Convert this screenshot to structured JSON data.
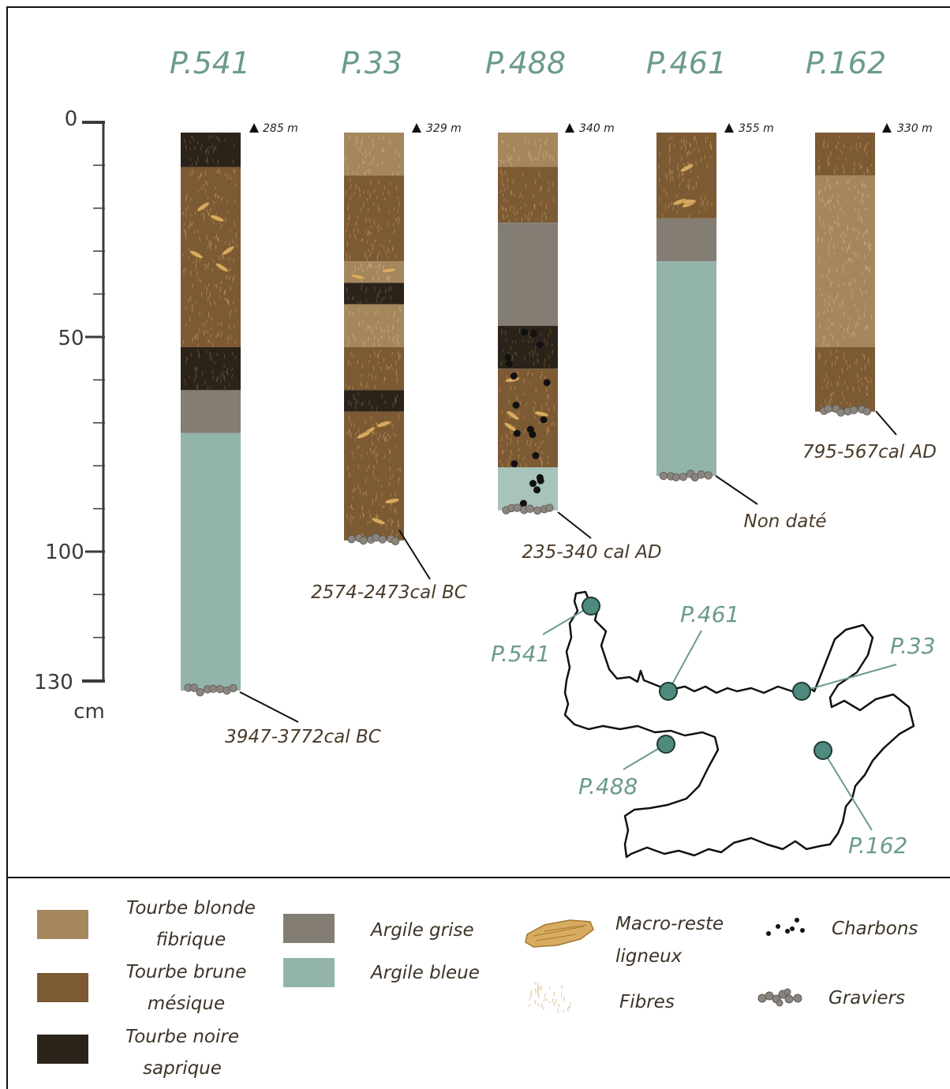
{
  "scale": {
    "ticks": [
      {
        "value": 0,
        "label": "0"
      },
      {
        "value": 50,
        "label": "50"
      },
      {
        "value": 100,
        "label": "100"
      },
      {
        "value": 130,
        "label": "130"
      }
    ],
    "unit": "cm",
    "max": 130
  },
  "colors": {
    "blonde": "#a5875e",
    "brune": "#7b5a34",
    "noire": "#2b231a",
    "grise": "#847d74",
    "bleue": "#93b4ab",
    "bleue_pale": "#a8c2bc",
    "wood": "#d8ab62",
    "charcoal": "#111111",
    "gravel": "#8a857e",
    "accent": "#6b9a8f"
  },
  "cores": [
    {
      "name": "P.541",
      "elevation": "285 m",
      "bottom_depth": 130,
      "date": "3947-3772cal BC",
      "layers": [
        {
          "from": 0,
          "to": 8,
          "type": "noire"
        },
        {
          "from": 8,
          "to": 50,
          "type": "brune",
          "wood": true
        },
        {
          "from": 50,
          "to": 60,
          "type": "noire"
        },
        {
          "from": 60,
          "to": 70,
          "type": "grise"
        },
        {
          "from": 70,
          "to": 130,
          "type": "bleue"
        }
      ]
    },
    {
      "name": "P.33",
      "elevation": "329 m",
      "bottom_depth": 95,
      "date": "2574-2473cal BC",
      "layers": [
        {
          "from": 0,
          "to": 10,
          "type": "blonde"
        },
        {
          "from": 10,
          "to": 30,
          "type": "brune"
        },
        {
          "from": 30,
          "to": 35,
          "type": "blonde",
          "wood": true
        },
        {
          "from": 35,
          "to": 40,
          "type": "noire"
        },
        {
          "from": 40,
          "to": 50,
          "type": "blonde"
        },
        {
          "from": 50,
          "to": 60,
          "type": "brune"
        },
        {
          "from": 60,
          "to": 65,
          "type": "noire"
        },
        {
          "from": 65,
          "to": 95,
          "type": "brune",
          "wood": true
        }
      ]
    },
    {
      "name": "P.488",
      "elevation": "340 m",
      "bottom_depth": 88,
      "date": "235-340 cal AD",
      "layers": [
        {
          "from": 0,
          "to": 8,
          "type": "blonde"
        },
        {
          "from": 8,
          "to": 21,
          "type": "brune"
        },
        {
          "from": 21,
          "to": 45,
          "type": "grise"
        },
        {
          "from": 45,
          "to": 55,
          "type": "noire",
          "charcoal": true
        },
        {
          "from": 55,
          "to": 78,
          "type": "brune",
          "charcoal": true,
          "wood": true
        },
        {
          "from": 78,
          "to": 88,
          "type": "bleue_pale",
          "charcoal": true
        }
      ]
    },
    {
      "name": "P.461",
      "elevation": "355 m",
      "bottom_depth": 80,
      "date": "Non daté",
      "layers": [
        {
          "from": 0,
          "to": 20,
          "type": "brune",
          "wood": true
        },
        {
          "from": 20,
          "to": 30,
          "type": "grise"
        },
        {
          "from": 30,
          "to": 80,
          "type": "bleue"
        }
      ]
    },
    {
      "name": "P.162",
      "elevation": "330 m",
      "bottom_depth": 65,
      "date": "795-567cal AD",
      "layers": [
        {
          "from": 0,
          "to": 10,
          "type": "brune"
        },
        {
          "from": 10,
          "to": 50,
          "type": "blonde"
        },
        {
          "from": 50,
          "to": 65,
          "type": "brune"
        }
      ]
    }
  ],
  "map_labels": [
    "P.541",
    "P.461",
    "P.33",
    "P.488",
    "P.162"
  ],
  "legend": {
    "blonde": [
      "Tourbe blonde",
      "fibrique"
    ],
    "brune": [
      "Tourbe brune",
      "mésique"
    ],
    "noire": [
      "Tourbe noire",
      "saprique"
    ],
    "grise": "Argile grise",
    "bleue": "Argile bleue",
    "wood": [
      "Macro-reste",
      "ligneux"
    ],
    "fibres": "Fibres",
    "charbons": "Charbons",
    "graviers": "Graviers"
  }
}
